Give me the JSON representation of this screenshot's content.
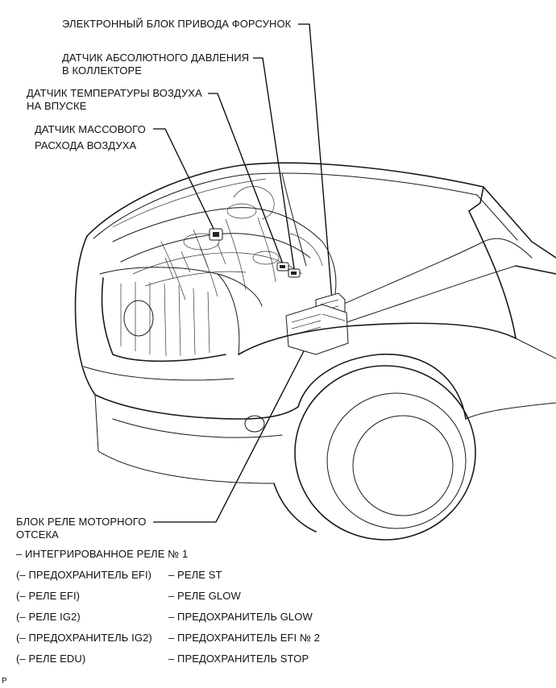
{
  "labels": {
    "injector_driver": "ЭЛЕКТРОННЫЙ БЛОК ПРИВОДА ФОРСУНОК",
    "map_sensor_1": "ДАТЧИК АБСОЛЮТНОГО ДАВЛЕНИЯ",
    "map_sensor_2": "В КОЛЛЕКТОРЕ",
    "iat_sensor_1": "ДАТЧИК ТЕМПЕРАТУРЫ ВОЗДУХА",
    "iat_sensor_2": "НА ВПУСКЕ",
    "maf_sensor_1": "ДАТЧИК МАССОВОГО",
    "maf_sensor_2": "РАСХОДА ВОЗДУХА",
    "relay_block_1": "БЛОК РЕЛЕ МОТОРНОГО",
    "relay_block_2": "ОТСЕКА"
  },
  "relay_items": {
    "integrated_relay": "– ИНТЕГРИРОВАННОЕ РЕЛЕ № 1",
    "left": [
      "(– ПРЕДОХРАНИТЕЛЬ EFI)",
      "(– РЕЛЕ EFI)",
      "(– РЕЛЕ IG2)",
      "(– ПРЕДОХРАНИТЕЛЬ IG2)",
      "(– РЕЛЕ EDU)"
    ],
    "right": [
      "– РЕЛЕ ST",
      "– РЕЛЕ GLOW",
      "– ПРЕДОХРАНИТЕЛЬ GLOW",
      "– ПРЕДОХРАНИТЕЛЬ EFI № 2",
      "– ПРЕДОХРАНИТЕЛЬ STOP"
    ]
  },
  "corner_mark": "P"
}
